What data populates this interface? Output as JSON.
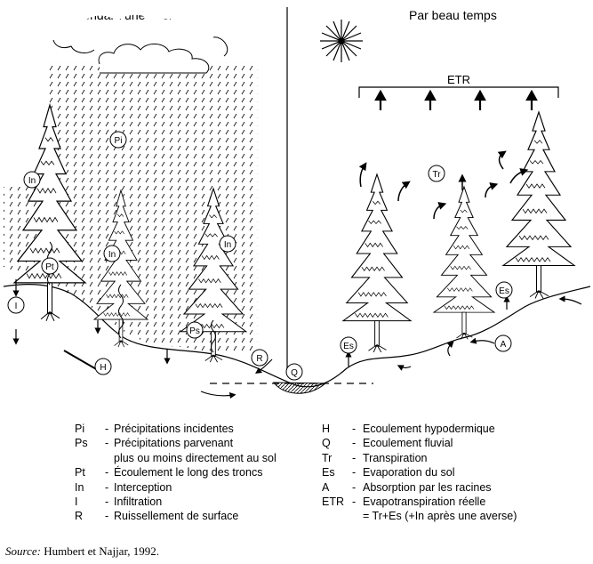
{
  "titles": {
    "left": "Pendant une averse",
    "right": "Par beau temps"
  },
  "diagram_labels": {
    "etr": "ETR",
    "pi": "Pi",
    "in_1": "In",
    "in_2": "In",
    "in_3": "In",
    "pt": "Pt",
    "i": "I",
    "ps": "Ps",
    "h": "H",
    "r": "R",
    "q": "Q",
    "es_1": "Es",
    "es_2": "Es",
    "tr": "Tr",
    "a": "A"
  },
  "legend_left": [
    {
      "key": "Pi",
      "dash": "-",
      "text": "Précipitations incidentes"
    },
    {
      "key": "Ps",
      "dash": "-",
      "text": "Précipitations parvenant"
    },
    {
      "key": "",
      "dash": "",
      "text": "plus ou moins directement au sol"
    },
    {
      "key": "Pt",
      "dash": "-",
      "text": "Écoulement le long des troncs"
    },
    {
      "key": "In",
      "dash": "-",
      "text": "Interception"
    },
    {
      "key": "I",
      "dash": "-",
      "text": "Infiltration"
    },
    {
      "key": "R",
      "dash": "-",
      "text": "Ruissellement de surface"
    }
  ],
  "legend_right": [
    {
      "key": "H",
      "dash": "-",
      "text": "Ecoulement hypodermique"
    },
    {
      "key": "Q",
      "dash": "-",
      "text": "Ecoulement fluvial"
    },
    {
      "key": "Tr",
      "dash": "-",
      "text": "Transpiration"
    },
    {
      "key": "Es",
      "dash": "-",
      "text": "Evaporation du sol"
    },
    {
      "key": "A",
      "dash": "-",
      "text": "Absorption par les racines"
    },
    {
      "key": "ETR",
      "dash": "-",
      "text": "Evapotranspiration réelle"
    },
    {
      "key": "",
      "dash": "",
      "text": "= Tr+Es (+In après une averse)"
    }
  ],
  "source": {
    "label": "Source:",
    "text": "Humbert et Najjar, 1992."
  }
}
